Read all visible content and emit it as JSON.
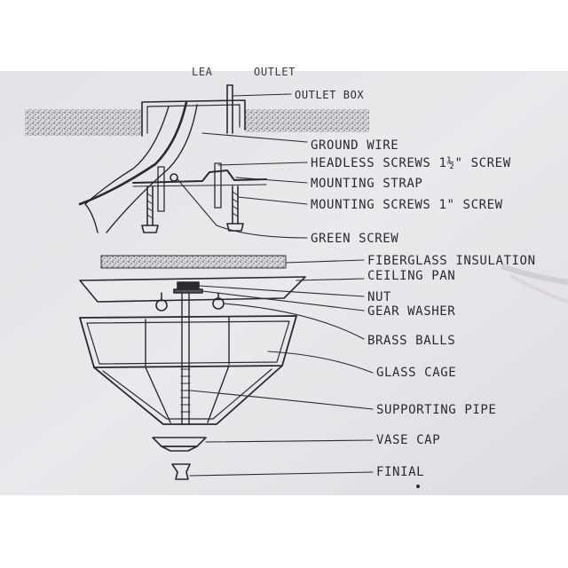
{
  "header_fragment": "OUTLET",
  "header_fragment_left": "LEA",
  "labels": {
    "outlet_box": "OUTLET BOX",
    "ground_wire": "GROUND WIRE",
    "headless_screws": "HEADLESS SCREWS 1½\" SCREW",
    "mounting_strap": "MOUNTING STRAP",
    "mounting_screws": "MOUNTING SCREWS 1\" SCREW",
    "green_screw": "GREEN SCREW",
    "fiberglass": "FIBERGLASS INSULATION",
    "ceiling_pan": "CEILING PAN",
    "nut": "NUT",
    "gear_washer": "GEAR WASHER",
    "brass_balls": "BRASS BALLS",
    "glass_cage": "GLASS CAGE",
    "supporting_pipe": "SUPPORTING PIPE",
    "vase_cap": "VASE CAP",
    "finial": "FINIAL"
  },
  "colors": {
    "paper": "#e8e6e9",
    "ink": "#2a2a2e",
    "backdrop": "#ffffff"
  }
}
